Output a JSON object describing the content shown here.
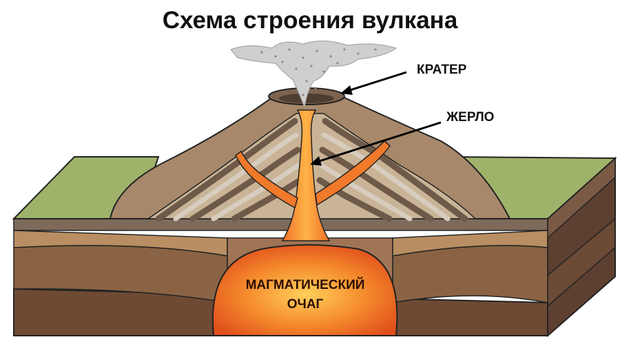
{
  "title": "Схема строения вулкана",
  "labels": {
    "crater": "КРАТЕР",
    "vent": "ЖЕРЛО",
    "chamber_line1": "МАГМАТИЧЕСКИЙ",
    "chamber_line2": "ОЧАГ"
  },
  "colors": {
    "grass": "#9fb26a",
    "soil_top": "#b98e62",
    "soil_deep": "#8a6344",
    "soil_bottom": "#6e4a34",
    "cone": "#a8886a",
    "cone_stripe": "#6f5a49",
    "ash_stripe": "#d7cdbf",
    "magma": "#f07a2a",
    "magma_core": "#ffb347",
    "smoke": "#cfcfcf"
  }
}
